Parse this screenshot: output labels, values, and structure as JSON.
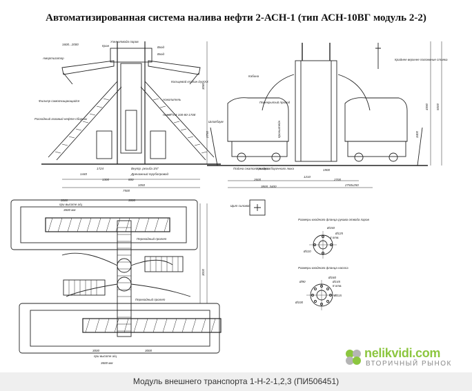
{
  "title": "Автоматизированная система налива нефти 2-АСН-1 (тип АСН-10ВГ модуль 2-2)",
  "caption": "Модуль внешнего транспорта 1-Н-2-1,2,3 (ПИ506451)",
  "watermark": {
    "brand": "nelikvidi.com",
    "tagline": "ВТОРИЧНЫЙ РЫНОК",
    "brand_color": "#8cc63f"
  },
  "front_view": {
    "labels": [
      "Узел отвода паров",
      "Кран",
      "Вход",
      "Амортизатор",
      "Кольцевой клапан DyXXX",
      "Вход",
      "Накопитель",
      "Фильтр самоочищающийся",
      "Насос КМ 100-80-170Е",
      "Расходный газовый нефте-сборник",
      "Внутр. резьба 3/4\"",
      "Дренажный трубопровод"
    ],
    "dims": [
      "1600...2000",
      "1724",
      "1440",
      "1300",
      "800",
      "1050",
      "7500",
      "3080"
    ]
  },
  "side_view": {
    "labels": [
      "Крайнее верхнее положение стояка",
      "Шлагбаум",
      "Кабина",
      "Подача сжатого воздуха",
      "Перекрытый проход",
      "Крышка сборочного люка",
      "Кронштейн"
    ],
    "dims": [
      "2750",
      "1210",
      "2600",
      "1900",
      "2700",
      "3800, 3400",
      "2750x250",
      "4590",
      "5000",
      "3400"
    ]
  },
  "plan_view": {
    "labels": [
      "Щит силовой",
      "Переходный пролет",
      "Переходный пролет",
      "при высоте а/ц",
      "при высоте а/ц"
    ],
    "dims": [
      "3000",
      "3000",
      "3600 мм",
      "3600 мм",
      "3000",
      "3000",
      "3000"
    ]
  },
  "flange_details": {
    "intake_title": "Размеры входного фланца рукава отвода паров",
    "pump_title": "Размеры входного фланца насоса",
    "intake_dims": [
      "Ø150",
      "Ø125",
      "4 отв.",
      "Ø110"
    ],
    "pump_dims": [
      "Ø160",
      "Ø145",
      "8 отв.",
      "Ø215",
      "Ø100",
      "Ø90"
    ]
  }
}
